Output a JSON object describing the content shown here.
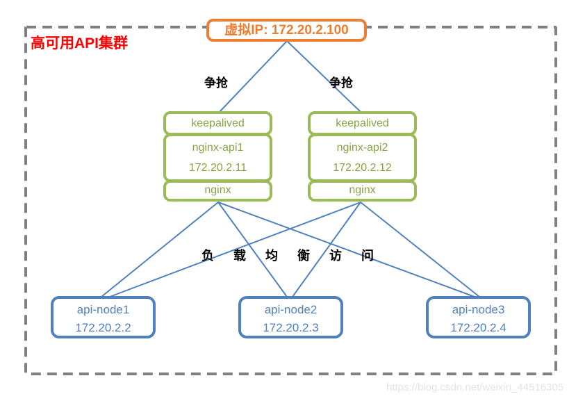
{
  "diagram": {
    "title": "高可用API集群",
    "virtual_ip": {
      "label": "虚拟IP: 172.20.2.100"
    },
    "contend_labels": [
      "争抢",
      "争抢"
    ],
    "lb_nodes": [
      {
        "top": "keepalived",
        "name": "nginx-api1",
        "ip": "172.20.2.11",
        "bottom": "nginx"
      },
      {
        "top": "keepalived",
        "name": "nginx-api2",
        "ip": "172.20.2.12",
        "bottom": "nginx"
      }
    ],
    "load_balance_label": "负载均衡访问",
    "api_nodes": [
      {
        "name": "api-node1",
        "ip": "172.20.2.2"
      },
      {
        "name": "api-node2",
        "ip": "172.20.2.3"
      },
      {
        "name": "api-node3",
        "ip": "172.20.2.4"
      }
    ],
    "watermark": "https://blog.csdn.net/weixin_44516305"
  },
  "colors": {
    "virtual_ip_orange": "#ED7D31",
    "lb_green_border": "#9BBB59",
    "lb_green_text": "#86A444",
    "api_blue": "#4F81BD",
    "connector_blue": "#4F81BD",
    "boundary_gray": "#808080",
    "title_red": "#FF0000",
    "watermark_gray": "#E4E4E4"
  }
}
